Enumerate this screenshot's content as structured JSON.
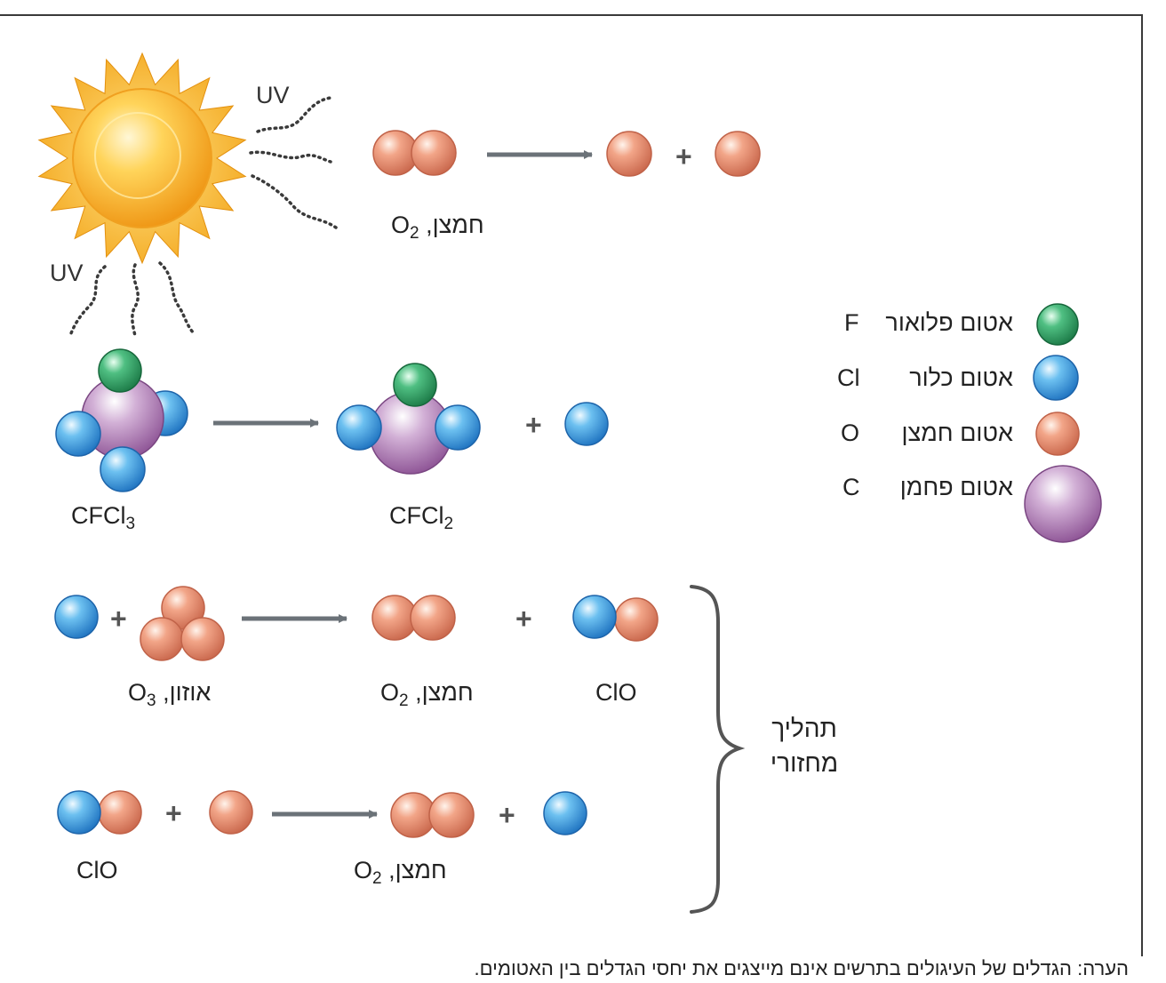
{
  "uv_label": "UV",
  "reactions": {
    "oxygen_split": {
      "label_name": "חמצן,",
      "label_formula": "O",
      "label_sub": "2"
    },
    "cfcl3_split": {
      "reactant": {
        "formula": "CFCl",
        "sub": "3"
      },
      "product": {
        "formula": "CFCl",
        "sub": "2"
      }
    },
    "ozone_reaction": {
      "ozone": {
        "name": "אוזון,",
        "formula": "O",
        "sub": "3"
      },
      "oxygen": {
        "name": "חמצן,",
        "formula": "O",
        "sub": "2"
      },
      "clo": "ClO"
    },
    "clo_reaction": {
      "clo": "ClO",
      "oxygen": {
        "name": "חמצן,",
        "formula": "O",
        "sub": "2"
      }
    }
  },
  "cycle_label": {
    "line1": "תהליך",
    "line2": "מחזורי"
  },
  "legend": [
    {
      "name": "אטום פלואור",
      "symbol": "F",
      "color": "#3aa56a"
    },
    {
      "name": "אטום כלור",
      "symbol": "Cl",
      "color": "#3b9be0"
    },
    {
      "name": "אטום חמצן",
      "symbol": "O",
      "color": "#e0866a"
    },
    {
      "name": "אטום פחמן",
      "symbol": "C",
      "color": "#a56fae"
    }
  ],
  "plus": "+",
  "note": "הערה: הגדלים של העיגולים בתרשים אינם מייצגים את יחסי הגדלים בין האטומים.",
  "colors": {
    "fluorine": "#3aa56a",
    "chlorine": "#3b9be0",
    "oxygen": "#e0866a",
    "carbon": "#a56fae",
    "arrow": "#6b7278",
    "sun": "#f4a81c"
  }
}
